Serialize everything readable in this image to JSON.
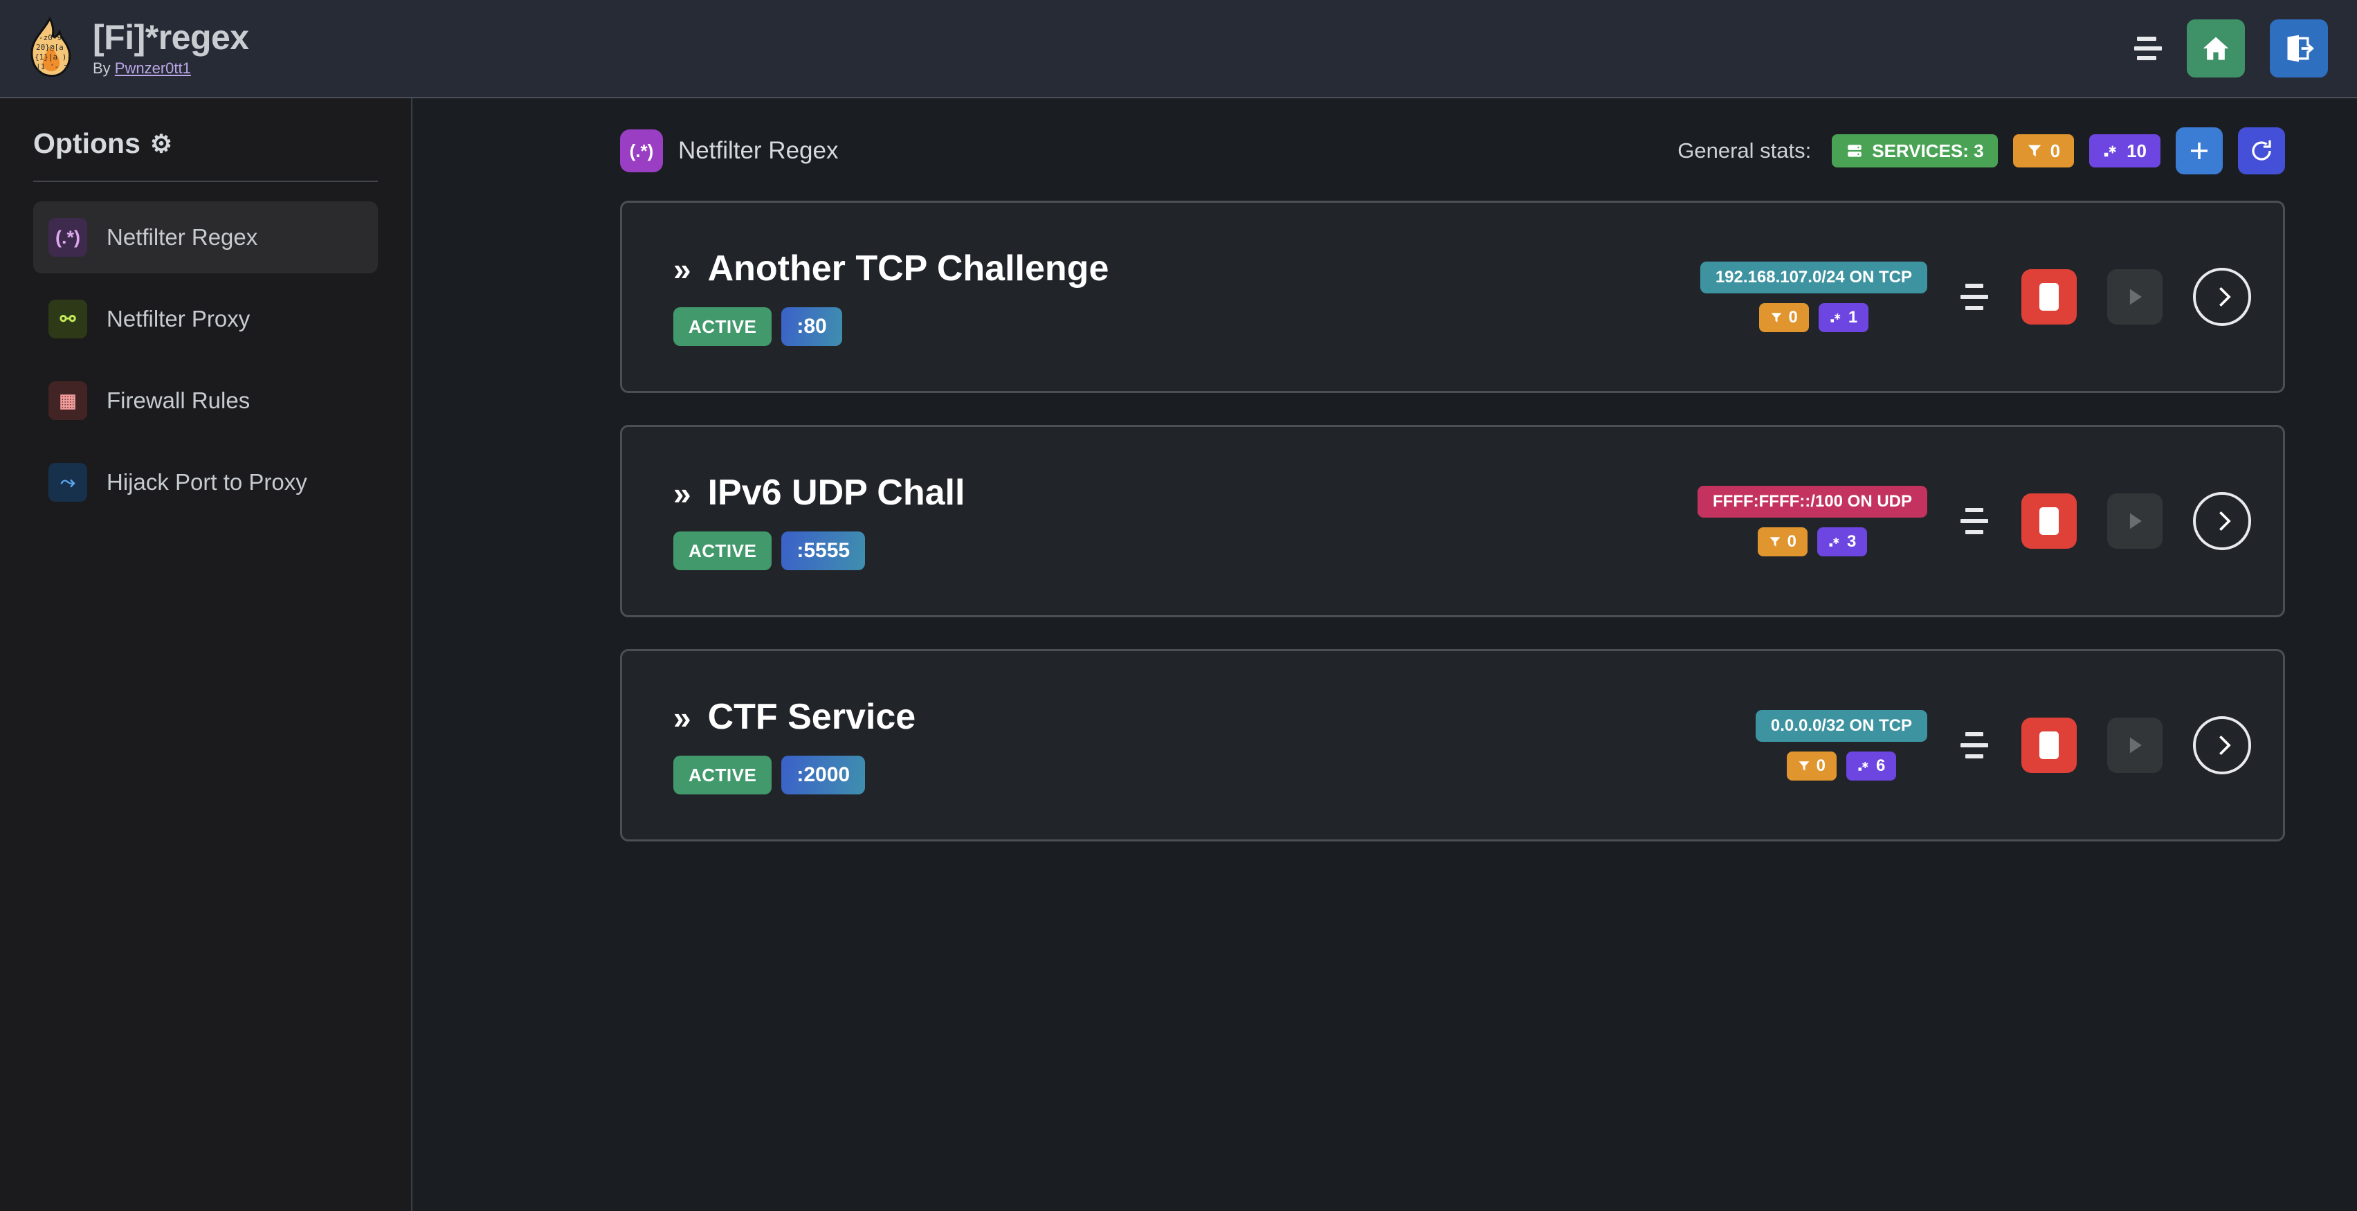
{
  "header": {
    "title": "[Fi]*regex",
    "by_prefix": "By ",
    "author": "Pwnzer0tt1",
    "logo_icon": "flame-regex-logo",
    "menu_icon": "hamburger-icon",
    "home_icon": "home-icon",
    "logout_icon": "logout-icon"
  },
  "sidebar": {
    "heading": "Options",
    "gear_icon": "⚙",
    "items": [
      {
        "label": "Netfilter Regex",
        "icon_text": "(.*)",
        "icon_name": "regex-icon",
        "tile_bg": "#3e2a4c",
        "tile_fg": "#e0a8f0",
        "active": true
      },
      {
        "label": "Netfilter Proxy",
        "icon_text": "⚯",
        "icon_name": "proxy-plug-icon",
        "tile_bg": "#2e3a17",
        "tile_fg": "#c3e85a",
        "active": false
      },
      {
        "label": "Firewall Rules",
        "icon_text": "▦",
        "icon_name": "brick-wall-icon",
        "tile_bg": "#432424",
        "tile_fg": "#f09a9a",
        "active": false
      },
      {
        "label": "Hijack Port to Proxy",
        "icon_text": "⤳",
        "icon_name": "fork-arrow-icon",
        "tile_bg": "#17304c",
        "tile_fg": "#5aa8f0",
        "active": false
      }
    ]
  },
  "main": {
    "page_icon_text": "(.*)",
    "page_title": "Netfilter Regex",
    "stats_label": "General stats:",
    "stats": {
      "services_icon": "server-icon",
      "services_text": "SERVICES: 3",
      "filters_icon": "funnel-icon",
      "filters_count": "0",
      "regex_icon": "regex-dotstar-icon",
      "regex_count": "10"
    },
    "add_icon": "plus-icon",
    "refresh_icon": "refresh-icon"
  },
  "services": [
    {
      "chevron": "»",
      "name": "Another TCP Challenge",
      "status": "ACTIVE",
      "port": ":80",
      "network": "192.168.107.0/24 ON TCP",
      "proto": "tcp",
      "filters_count": "0",
      "regex_count": "1",
      "drag_icon": "drag-handle-icon",
      "stop_icon": "stop-icon",
      "play_icon": "play-icon",
      "open_icon": "chevron-right-icon"
    },
    {
      "chevron": "»",
      "name": "IPv6 UDP Chall",
      "status": "ACTIVE",
      "port": ":5555",
      "network": "FFFF:FFFF::/100 ON UDP",
      "proto": "udp",
      "filters_count": "0",
      "regex_count": "3",
      "drag_icon": "drag-handle-icon",
      "stop_icon": "stop-icon",
      "play_icon": "play-icon",
      "open_icon": "chevron-right-icon"
    },
    {
      "chevron": "»",
      "name": "CTF Service",
      "status": "ACTIVE",
      "port": ":2000",
      "network": "0.0.0.0/32 ON TCP",
      "proto": "tcp",
      "filters_count": "0",
      "regex_count": "6",
      "drag_icon": "drag-handle-icon",
      "stop_icon": "stop-icon",
      "play_icon": "play-icon",
      "open_icon": "chevron-right-icon"
    }
  ],
  "colors": {
    "header_bg": "#262b36",
    "body_bg": "#1a1d21",
    "accent_purple": "#6d45e0",
    "accent_green": "#4aa355",
    "accent_orange": "#e0952e",
    "accent_red": "#df4138",
    "accent_blue": "#3b7cd4",
    "tcp_teal": "#3d93a0",
    "udp_pink": "#c4335f"
  }
}
